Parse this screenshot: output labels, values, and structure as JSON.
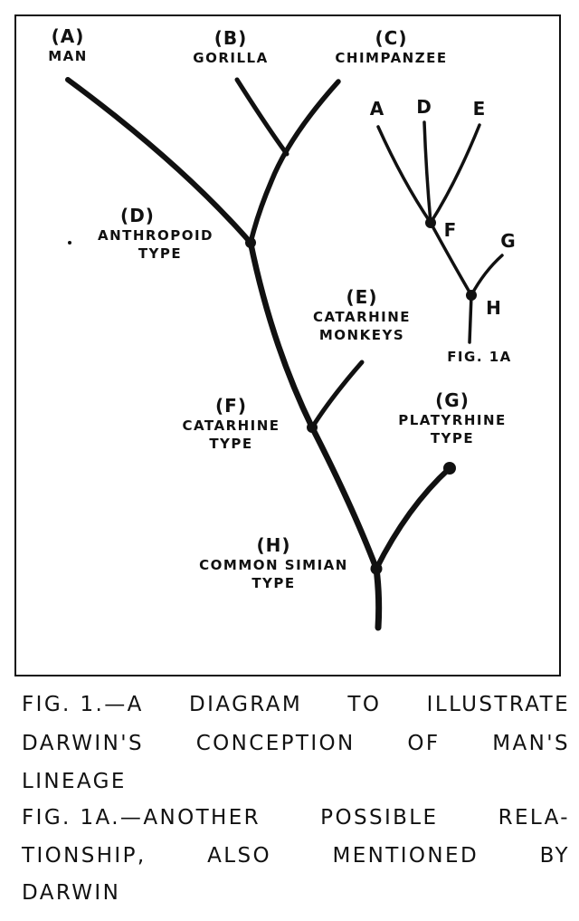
{
  "figure_1": {
    "nodes": {
      "A": {
        "letter": "(A)",
        "name": "MAN"
      },
      "B": {
        "letter": "(B)",
        "name": "GORILLA"
      },
      "C": {
        "letter": "(C)",
        "name": "CHIMPANZEE"
      },
      "D": {
        "letter": "(D)",
        "name_line1": "ANTHROPOID",
        "name_line2": "TYPE"
      },
      "E": {
        "letter": "(E)",
        "name_line1": "CATARHINE",
        "name_line2": "MONKEYS"
      },
      "F": {
        "letter": "(F)",
        "name_line1": "CATARHINE",
        "name_line2": "TYPE"
      },
      "G": {
        "letter": "(G)",
        "name_line1": "PLATYRHINE",
        "name_line2": "TYPE"
      },
      "H": {
        "letter": "(H)",
        "name_line1": "COMMON SIMIAN",
        "name_line2": "TYPE"
      }
    }
  },
  "figure_1a": {
    "labels": {
      "A": "A",
      "D": "D",
      "E": "E",
      "F": "F",
      "G": "G",
      "H": "H"
    },
    "caption": "FIG. 1A"
  },
  "caption": {
    "fig1_words": [
      "FIG. 1.—A",
      "DIAGRAM",
      "TO",
      "ILLUSTRATE"
    ],
    "fig1_line2_words": [
      "DARWIN'S",
      "CONCEPTION",
      "OF",
      "MAN'S"
    ],
    "fig1_line3": "LINEAGE",
    "fig1a_words": [
      "FIG. 1A.—ANOTHER",
      "POSSIBLE",
      "RELA-"
    ],
    "fig1a_line2_words": [
      "TIONSHIP,",
      "ALSO",
      "MENTIONED",
      "BY"
    ],
    "fig1a_line3": "DARWIN"
  }
}
